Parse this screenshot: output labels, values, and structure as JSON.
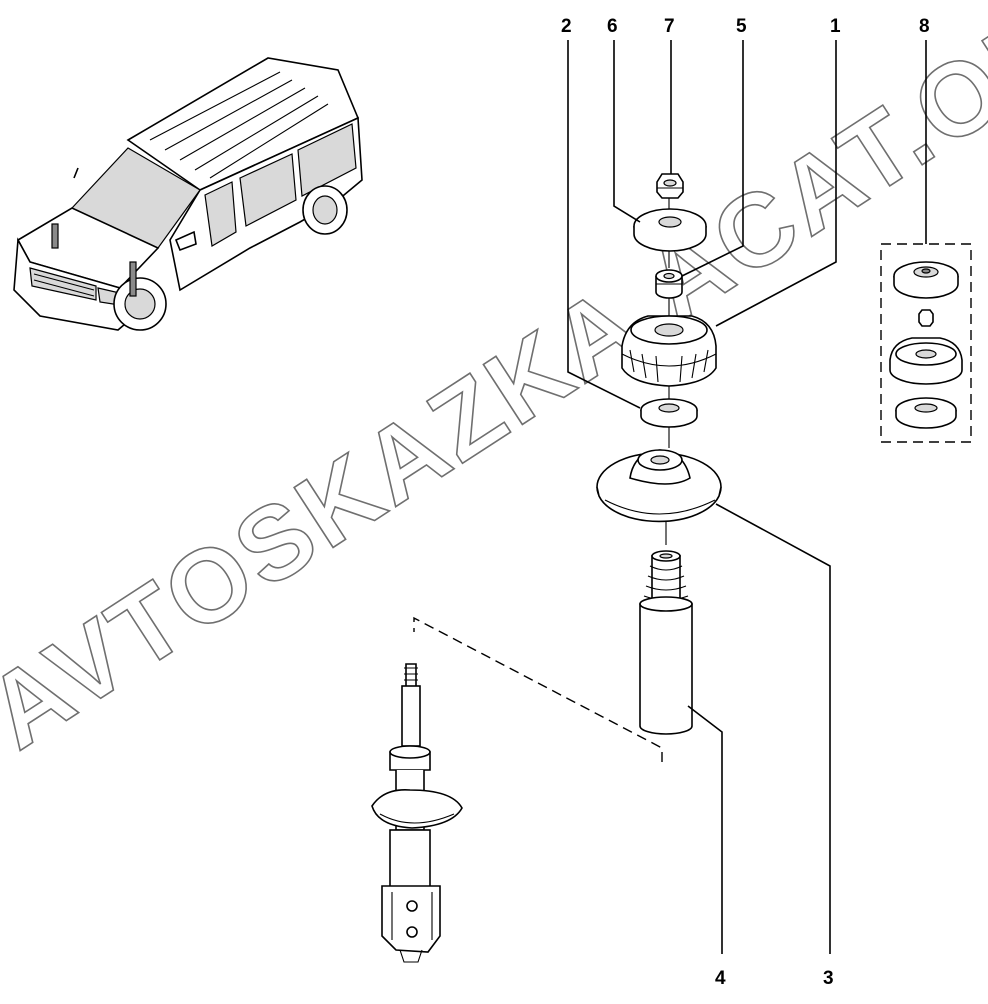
{
  "callouts": {
    "c1": "1",
    "c2": "2",
    "c3": "3",
    "c4": "4",
    "c5": "5",
    "c6": "6",
    "c7": "7",
    "c8": "8"
  },
  "watermark": "AVTOSKAZKA.ACAT.ONLINE"
}
